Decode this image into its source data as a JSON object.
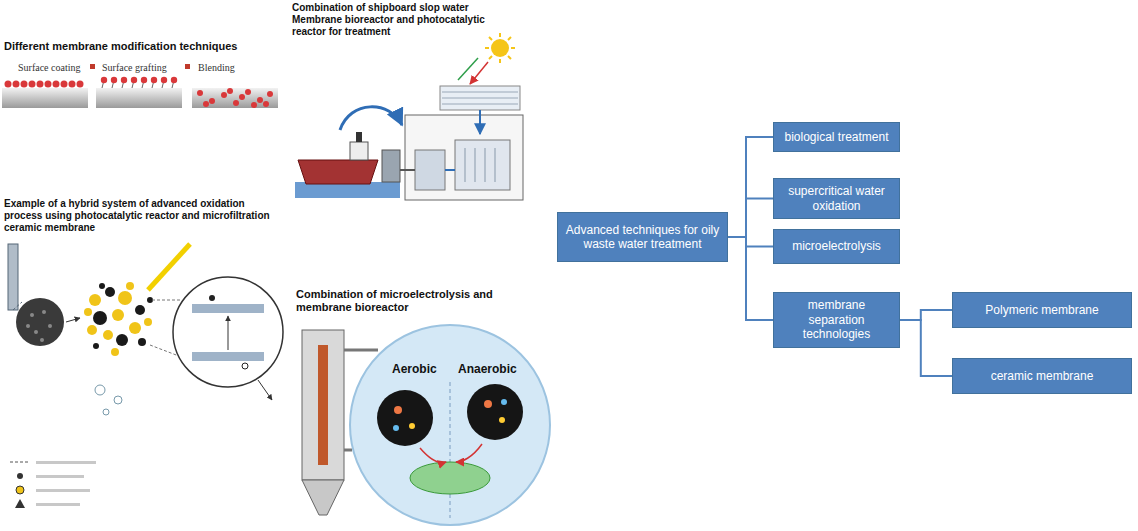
{
  "diagram": {
    "nodes": [
      {
        "text": [
          "Advanced techniques for oily waste water treatment"
        ]
      },
      {
        "text": [
          "biological treatment"
        ]
      },
      {
        "text": [
          "supercritical water oxidation"
        ]
      },
      {
        "text": [
          "microelectrolysis"
        ]
      },
      {
        "text": [
          "membrane separation technologies"
        ]
      },
      {
        "text": [
          "Polymeric membrane"
        ]
      },
      {
        "text": [
          "ceramic membrane"
        ]
      }
    ],
    "edges": [
      {
        "from": 0,
        "to": 1,
        "arrow": "none"
      },
      {
        "from": 0,
        "to": 2,
        "arrow": "none"
      },
      {
        "from": 0,
        "to": 3,
        "arrow": "none"
      },
      {
        "from": 0,
        "to": 4,
        "arrow": "none"
      },
      {
        "from": 4,
        "to": 5,
        "arrow": "none"
      },
      {
        "from": 4,
        "to": 6,
        "arrow": "none"
      }
    ],
    "labels": [
      "Different membrane modification techniques",
      "Surface coating",
      "Surface grafting",
      "Blending",
      "Combination of shipboard slop water Membrane bioreactor and photocatalytic reactor for treatment",
      "Example of a hybrid system of advanced oxidation process using photocatalytic reactor and microfiltration ceramic membrane",
      "Combination of microelectrolysis and membrane bioreactor",
      "Aerobic",
      "Anaerobic"
    ]
  }
}
